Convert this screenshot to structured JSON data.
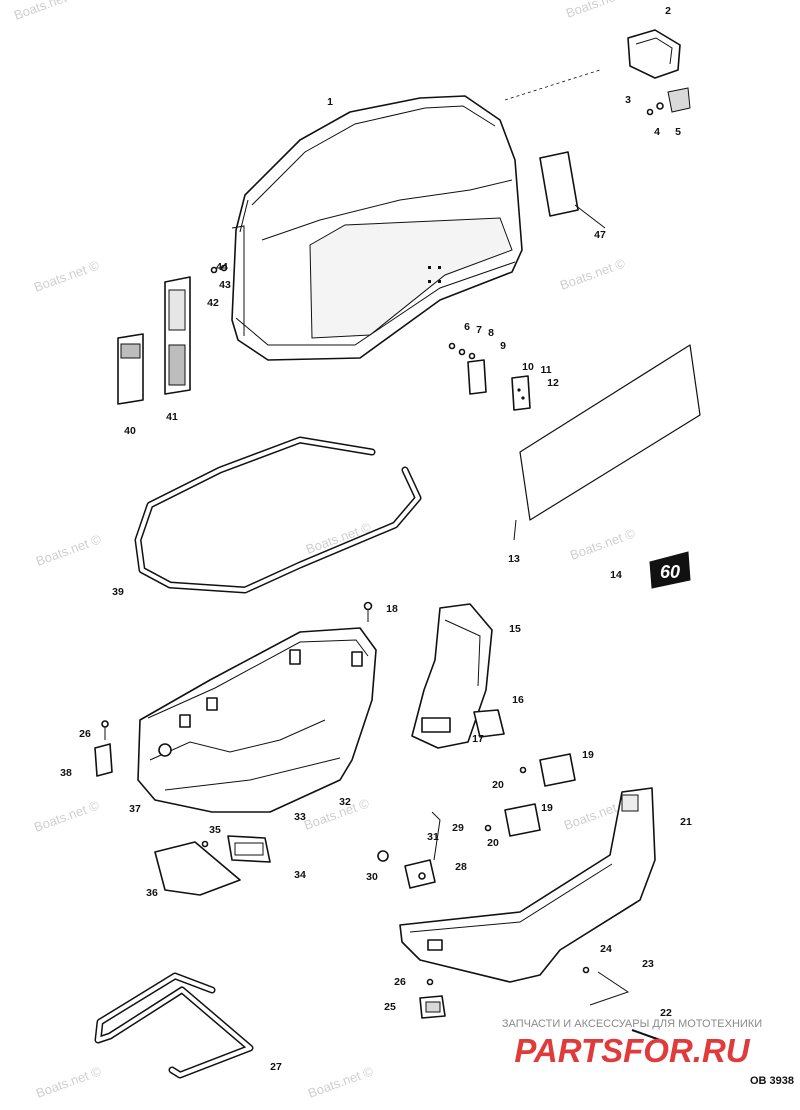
{
  "watermark": "Boats.net ©",
  "callouts": [
    {
      "id": "1",
      "label": "1"
    },
    {
      "id": "2",
      "label": "2"
    },
    {
      "id": "3",
      "label": "3"
    },
    {
      "id": "4",
      "label": "4"
    },
    {
      "id": "5",
      "label": "5"
    },
    {
      "id": "6",
      "label": "6"
    },
    {
      "id": "7",
      "label": "7"
    },
    {
      "id": "8",
      "label": "8"
    },
    {
      "id": "9",
      "label": "9"
    },
    {
      "id": "10",
      "label": "10"
    },
    {
      "id": "11",
      "label": "11"
    },
    {
      "id": "12",
      "label": "12"
    },
    {
      "id": "13",
      "label": "13"
    },
    {
      "id": "14",
      "label": "14"
    },
    {
      "id": "15",
      "label": "15"
    },
    {
      "id": "16",
      "label": "16"
    },
    {
      "id": "17",
      "label": "17"
    },
    {
      "id": "18",
      "label": "18"
    },
    {
      "id": "19a",
      "label": "19"
    },
    {
      "id": "19b",
      "label": "19"
    },
    {
      "id": "20a",
      "label": "20"
    },
    {
      "id": "20b",
      "label": "20"
    },
    {
      "id": "21",
      "label": "21"
    },
    {
      "id": "22",
      "label": "22"
    },
    {
      "id": "23",
      "label": "23"
    },
    {
      "id": "24",
      "label": "24"
    },
    {
      "id": "25",
      "label": "25"
    },
    {
      "id": "26a",
      "label": "26"
    },
    {
      "id": "26b",
      "label": "26"
    },
    {
      "id": "27",
      "label": "27"
    },
    {
      "id": "28",
      "label": "28"
    },
    {
      "id": "29",
      "label": "29"
    },
    {
      "id": "30",
      "label": "30"
    },
    {
      "id": "31",
      "label": "31"
    },
    {
      "id": "32",
      "label": "32"
    },
    {
      "id": "33",
      "label": "33"
    },
    {
      "id": "34",
      "label": "34"
    },
    {
      "id": "35",
      "label": "35"
    },
    {
      "id": "36",
      "label": "36"
    },
    {
      "id": "37",
      "label": "37"
    },
    {
      "id": "38",
      "label": "38"
    },
    {
      "id": "39",
      "label": "39"
    },
    {
      "id": "40",
      "label": "40"
    },
    {
      "id": "41",
      "label": "41"
    },
    {
      "id": "42",
      "label": "42"
    },
    {
      "id": "43",
      "label": "43"
    },
    {
      "id": "44",
      "label": "44"
    },
    {
      "id": "47",
      "label": "47"
    }
  ],
  "decal_text": "60",
  "drawing_code": "OB 3938",
  "brand_banner": {
    "subtitle": "ЗАПЧАСТИ И АКСЕССУАРЫ ДЛЯ МОТОТЕХНИКИ",
    "logo": "PARTSFOR.RU",
    "color": "#e03a3a"
  }
}
